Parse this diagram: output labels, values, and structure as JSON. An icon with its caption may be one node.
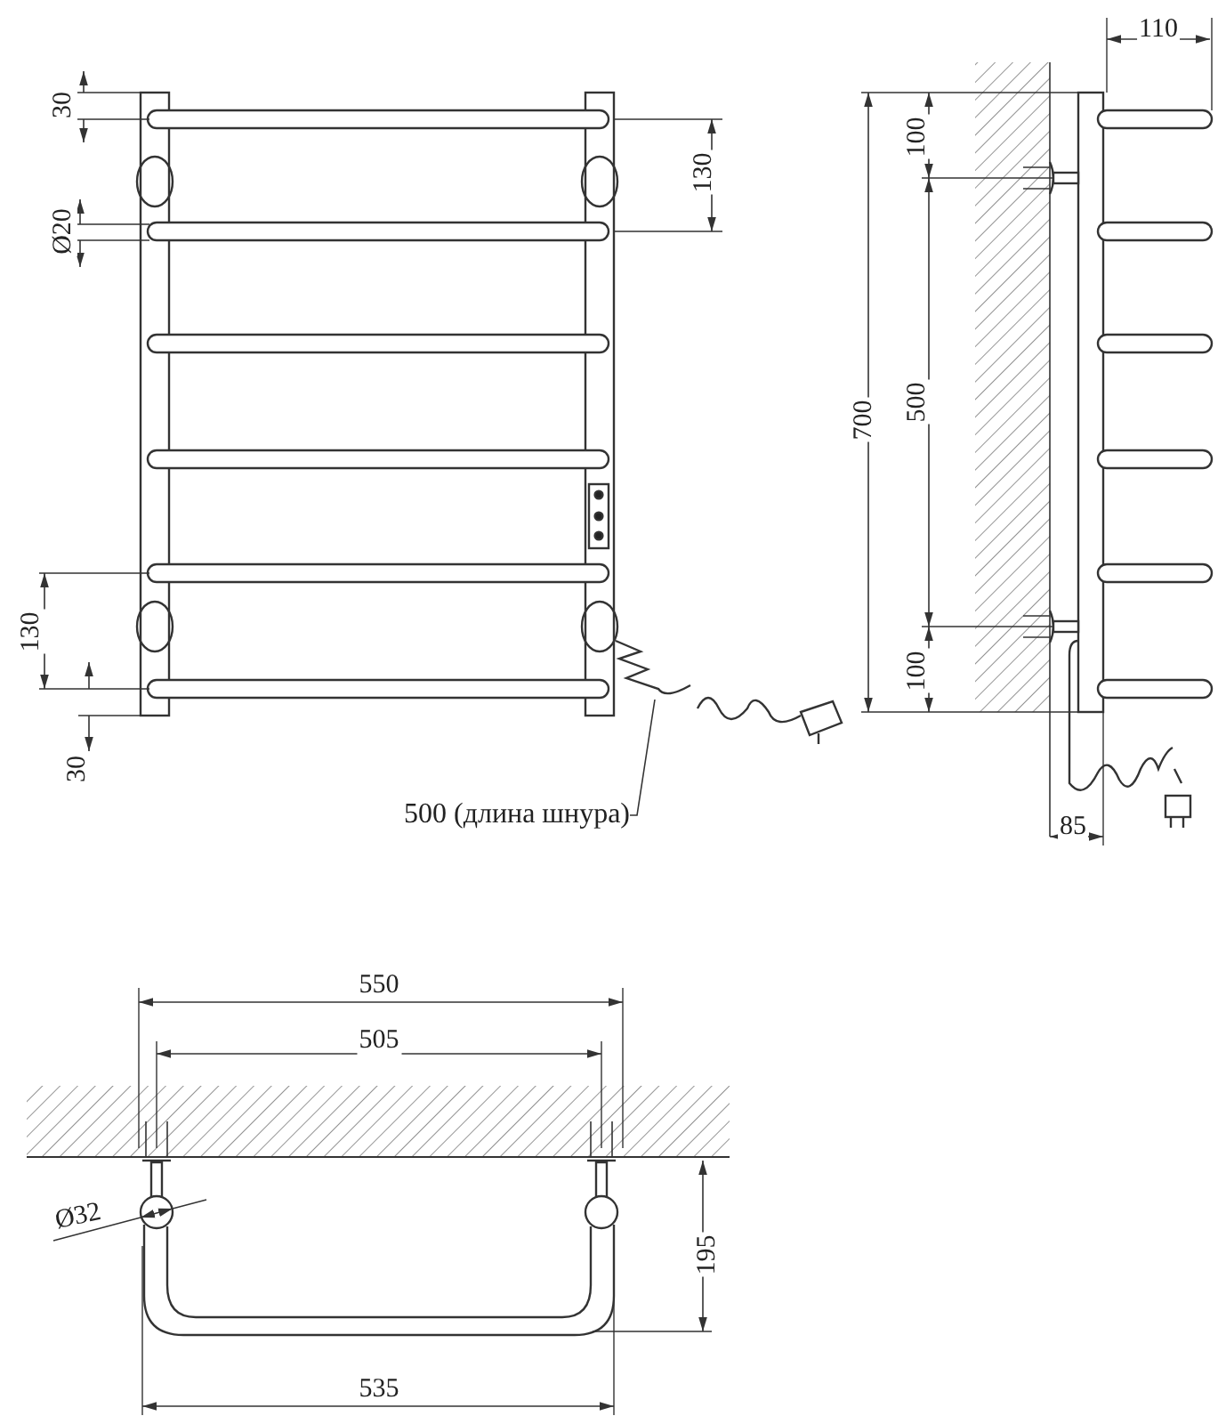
{
  "diagram": {
    "nodes": [
      {
        "text": [
          "500 (длина шнура)"
        ]
      },
      {
        "text": [],
        "shape": "picture"
      }
    ],
    "edges": [
      {
        "from": 0,
        "to": 1,
        "arrow": "none"
      }
    ],
    "labels": [
      "110",
      "30",
      "100",
      "130",
      "Ø20",
      "700",
      "500",
      "130",
      "100",
      "30",
      "85",
      "550",
      "505",
      "Ø32",
      "195",
      "535"
    ]
  }
}
